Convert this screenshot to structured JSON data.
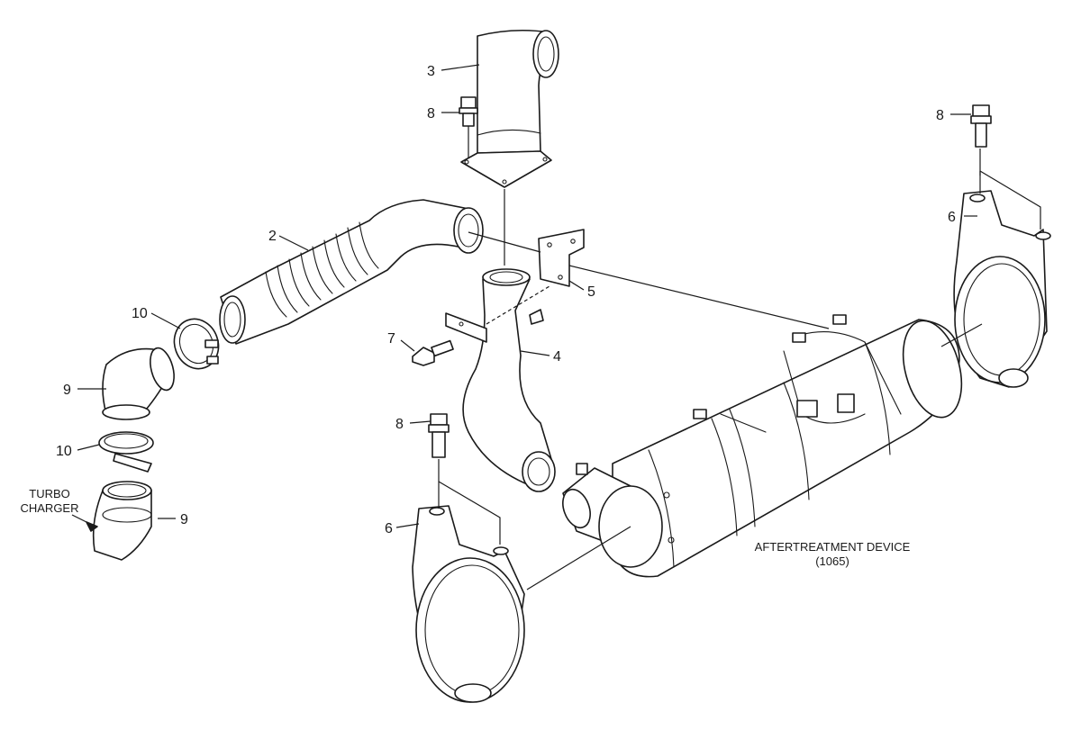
{
  "callouts": {
    "c3": "3",
    "c8_top": "8",
    "c8_right": "8",
    "c8_lower": "8",
    "c2": "2",
    "c6_right": "6",
    "c6_lower": "6",
    "c5": "5",
    "c10_upper": "10",
    "c10_lower": "10",
    "c7": "7",
    "c4": "4",
    "c9_upper": "9",
    "c9_lower": "9"
  },
  "labels": {
    "turbo_line1": "TURBO",
    "turbo_line2": "CHARGER",
    "aftertreatment_line1": "AFTERTREATMENT DEVICE",
    "aftertreatment_line2": "(1065)"
  }
}
